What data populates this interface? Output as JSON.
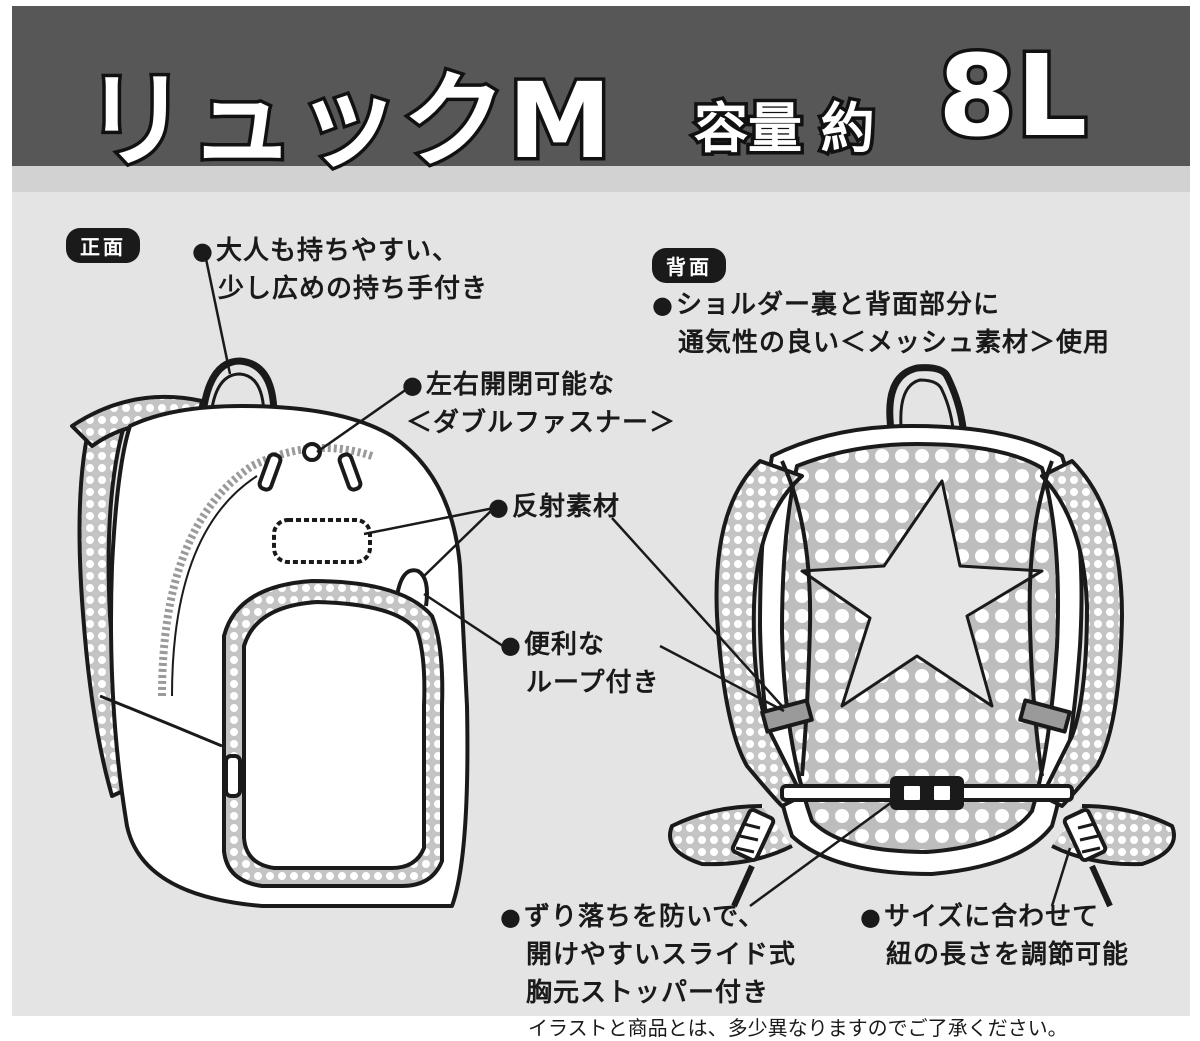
{
  "header": {
    "title": "リュックM",
    "capacity_label": "容量 約",
    "capacity_value": "8L"
  },
  "front": {
    "label": "正面",
    "callouts": [
      {
        "lines": [
          "大人も持ちやすい、",
          "少し広めの持ち手付き"
        ]
      },
      {
        "lines": [
          "左右開閉可能な",
          "＜ダブルファスナー＞"
        ]
      },
      {
        "lines": [
          "反射素材"
        ]
      },
      {
        "lines": [
          "便利な",
          "ループ付き"
        ]
      }
    ]
  },
  "back": {
    "label": "背面",
    "callouts": [
      {
        "lines": [
          "ショルダー裏と背面部分に",
          "通気性の良い＜メッシュ素材＞使用"
        ]
      },
      {
        "lines": [
          "ずり落ちを防いで、",
          "開けやすいスライド式",
          "胸元ストッパー付き"
        ]
      },
      {
        "lines": [
          "サイズに合わせて",
          "紐の長さを調節可能"
        ]
      }
    ]
  },
  "colors": {
    "header_bg": "#575757",
    "panel_bg": "#e4e4e4",
    "outline": "#1a1a1a"
  },
  "footer": {
    "disclaimer": "イラストと商品とは、多少異なりますのでご了承ください。"
  }
}
